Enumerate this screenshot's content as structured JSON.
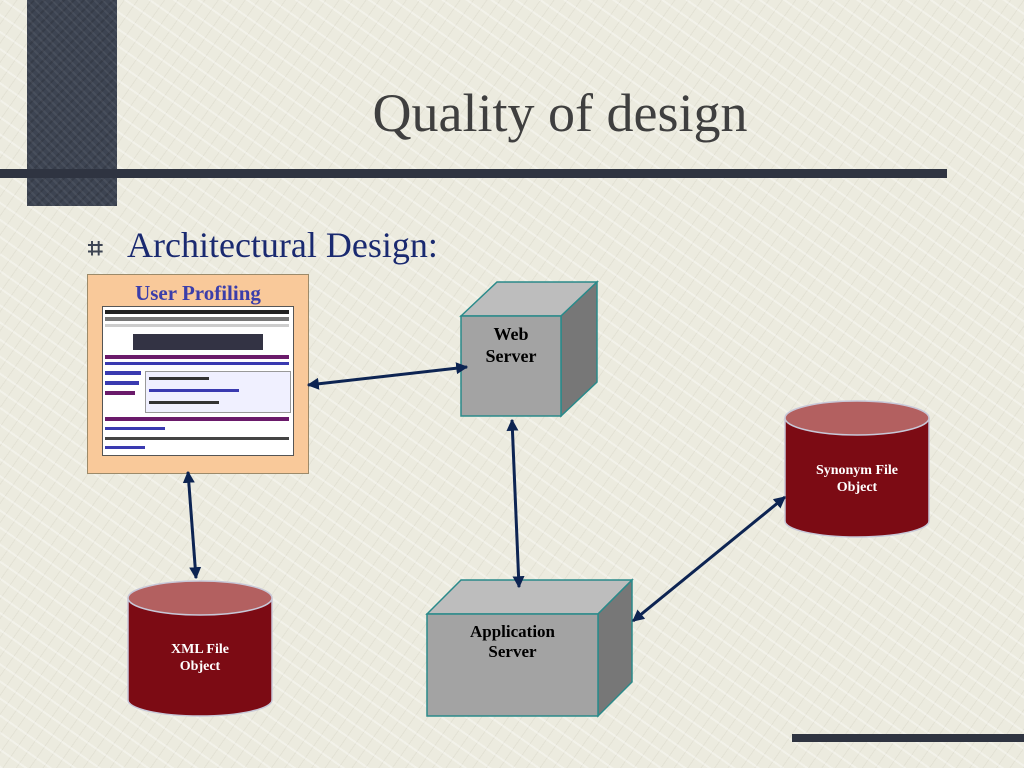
{
  "slide": {
    "title": "Quality of design",
    "bullet": "Architectural Design:"
  },
  "nodes": {
    "user_profiling": {
      "label": "User Profiling"
    },
    "web_server": {
      "label_line1": "Web",
      "label_line2": "Server"
    },
    "app_server": {
      "label_line1": "Application",
      "label_line2": "Server"
    },
    "xml_file": {
      "label_line1": "XML File",
      "label_line2": "Object"
    },
    "synonym_file": {
      "label_line1": "Synonym File",
      "label_line2": "Object"
    }
  },
  "colors": {
    "cube_front": "#a3a3a3",
    "cube_side": "#777777",
    "cube_edge": "#2a8a8a",
    "cylinder": "#7c0b14",
    "connector": "#0d2452"
  }
}
